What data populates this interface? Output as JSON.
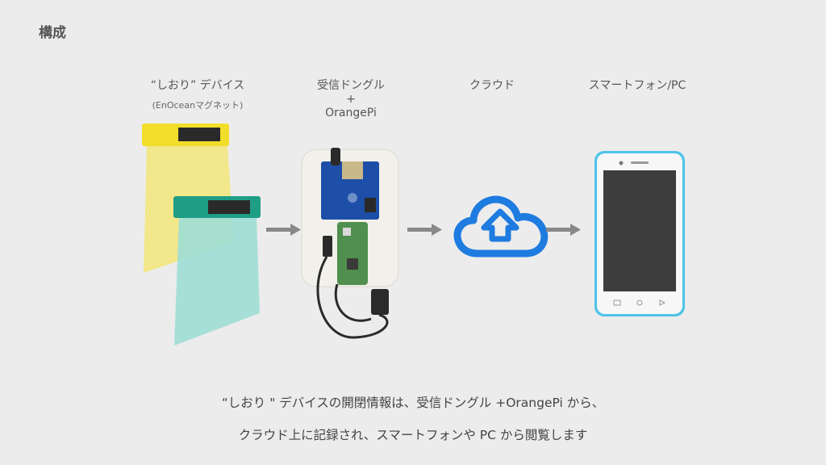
{
  "slide": {
    "title": "構成"
  },
  "nodes": {
    "device": {
      "label": "“しおり” デバイス",
      "sublabel": "(EnOceanマグネット)"
    },
    "dongle": {
      "label_line1": "受信ドングル",
      "label_line2": "+",
      "label_line3": "OrangePi"
    },
    "cloud": {
      "label": "クラウド"
    },
    "phone": {
      "label": "スマートフォン/PC"
    }
  },
  "caption": {
    "line1": "“しおり \" デバイスの開閉情報は、受信ドングル +OrangePi から、",
    "line2": "クラウド上に記録され、スマートフォンや PC から閲覧します"
  },
  "icons": {
    "cloud": "cloud-upload-icon",
    "arrow": "right-arrow-icon"
  },
  "colors": {
    "background": "#ececec",
    "cloud_blue": "#1e7be0",
    "phone_accent": "#4fc3e8",
    "bookmark_yellow": "#f2de2a",
    "bookmark_green": "#1f9e86"
  }
}
